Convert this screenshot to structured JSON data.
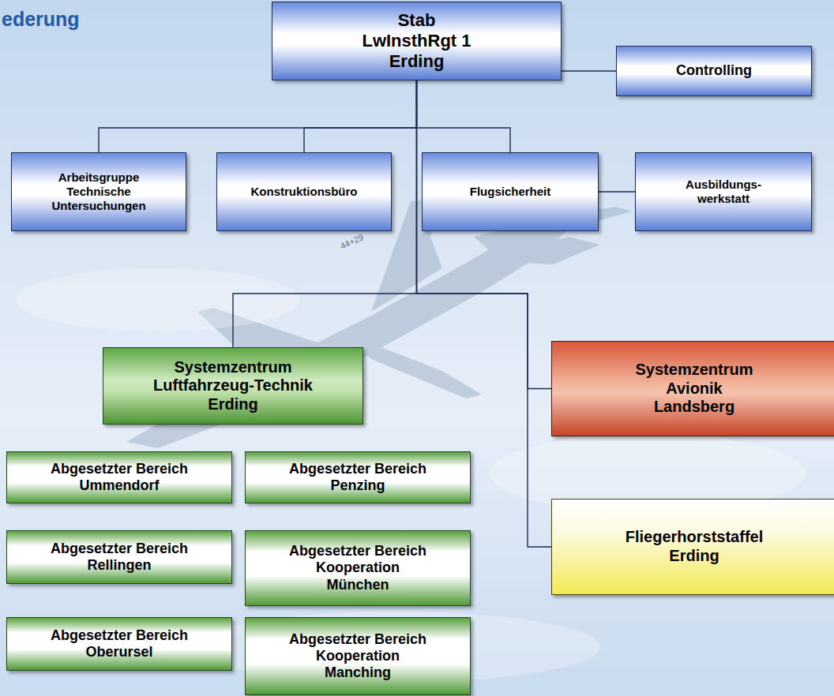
{
  "diagram": {
    "title": "ederung",
    "nodes": [
      {
        "text": [
          "Stab LwInsthRgt 1 Erding"
        ]
      },
      {
        "text": [
          "Controlling"
        ]
      },
      {
        "text": [
          "Arbeitsgruppe Technische Untersuchungen"
        ]
      },
      {
        "text": [
          "Konstruktionsbüro"
        ]
      },
      {
        "text": [
          "Flugsicherheit"
        ]
      },
      {
        "text": [
          "Ausbildungs- werkstatt"
        ]
      },
      {
        "text": [
          "Systemzentrum Luftfahrzeug-Technik Erding"
        ]
      },
      {
        "text": [
          "Systemzentrum Avionik Landsberg"
        ]
      },
      {
        "text": [
          "Fliegerhorststaffel Erding"
        ]
      },
      {
        "text": [
          "Abgesetzter Bereich Ummendorf"
        ]
      },
      {
        "text": [
          "Abgesetzter Bereich Penzing"
        ]
      },
      {
        "text": [
          "Abgesetzter Bereich Rellingen"
        ]
      },
      {
        "text": [
          "Abgesetzter Bereich Kooperation München"
        ]
      },
      {
        "text": [
          "Abgesetzter Bereich Oberursel"
        ]
      },
      {
        "text": [
          "Abgesetzter Bereich Kooperation Manching"
        ]
      }
    ],
    "edges": [
      {
        "from": 0,
        "to": 1,
        "arrow": "none"
      },
      {
        "from": 0,
        "to": 2,
        "arrow": "none"
      },
      {
        "from": 0,
        "to": 3,
        "arrow": "none"
      },
      {
        "from": 0,
        "to": 4,
        "arrow": "none"
      },
      {
        "from": 0,
        "to": 5,
        "arrow": "none"
      },
      {
        "from": 0,
        "to": 6,
        "arrow": "none"
      },
      {
        "from": 0,
        "to": 7,
        "arrow": "none"
      },
      {
        "from": 0,
        "to": 8,
        "arrow": "none"
      }
    ],
    "labels": [
      "44+29"
    ]
  }
}
